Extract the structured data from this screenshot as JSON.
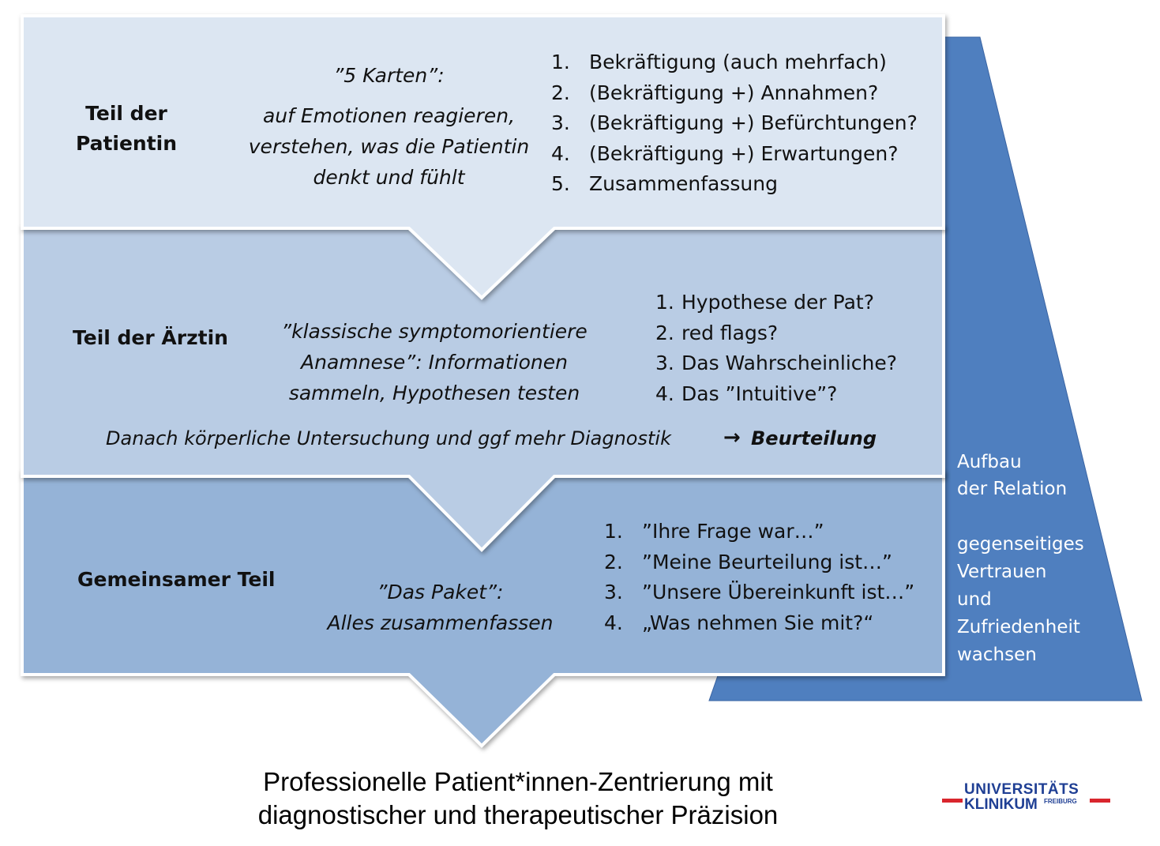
{
  "sections": [
    {
      "label": "Teil der Patientin",
      "label_lines": [
        "Teil der",
        "Patientin"
      ],
      "desc_lines": [
        "”5 Karten”:",
        "auf Emotionen reagieren,",
        "verstehen, was die Patientin",
        "denkt und fühlt"
      ],
      "items": [
        {
          "n": "1.",
          "text": "Bekräftigung (auch mehrfach)"
        },
        {
          "n": "2.",
          "text": "(Bekräftigung +) Annahmen?"
        },
        {
          "n": "3.",
          "text": "(Bekräftigung +) Befürchtungen?"
        },
        {
          "n": "4.",
          "text": "(Bekräftigung +) Erwartungen?"
        },
        {
          "n": "5.",
          "text": "Zusammenfassung"
        }
      ]
    },
    {
      "label": "Teil der Ärztin",
      "desc_lines": [
        "”klassische symptomorientiere",
        "Anamnese”: Informationen",
        "sammeln, Hypothesen testen"
      ],
      "items": [
        {
          "n": "1.",
          "text": "Hypothese der Pat?"
        },
        {
          "n": "2.",
          "text": "red flags?"
        },
        {
          "n": "3.",
          "text": "Das Wahrscheinliche?"
        },
        {
          "n": "4.",
          "text": "Das ”Intuitive”?"
        }
      ],
      "footer": "Danach körperliche Untersuchung und ggf mehr Diagnostik",
      "footer_arrow": "→",
      "footer_result": "Beurteilung"
    },
    {
      "label": "Gemeinsamer Teil",
      "desc_lines": [
        "”Das Paket”:",
        "Alles zusammenfassen"
      ],
      "items": [
        {
          "n": "1.",
          "text": "”Ihre Frage war…”"
        },
        {
          "n": "2.",
          "text": "”Meine Beurteilung ist…”"
        },
        {
          "n": "3.",
          "text": "”Unsere Übereinkunft ist…”"
        },
        {
          "n": "4.",
          "text": "„Was nehmen Sie mit?“"
        }
      ]
    }
  ],
  "side_panel": {
    "lines_a": [
      "Aufbau",
      "der Relation"
    ],
    "lines_b": [
      "gegenseitiges",
      "Vertrauen",
      "und",
      "Zufriedenheit",
      "wachsen"
    ]
  },
  "caption": {
    "line1": "Professionelle Patient*innen-Zentrierung mit",
    "line2": "diagnostischer und therapeutischer Präzision"
  },
  "logo": {
    "line1": "UNIVERSITÄTS",
    "line2": "KLINIKUM",
    "line3": "FREIBURG"
  },
  "colors": {
    "band1": "#dce6f2",
    "band2": "#b9cce4",
    "band3": "#95b3d7",
    "side_panel": "#4f7fbf",
    "logo_blue": "#1f3f94",
    "logo_red": "#d9262d"
  }
}
